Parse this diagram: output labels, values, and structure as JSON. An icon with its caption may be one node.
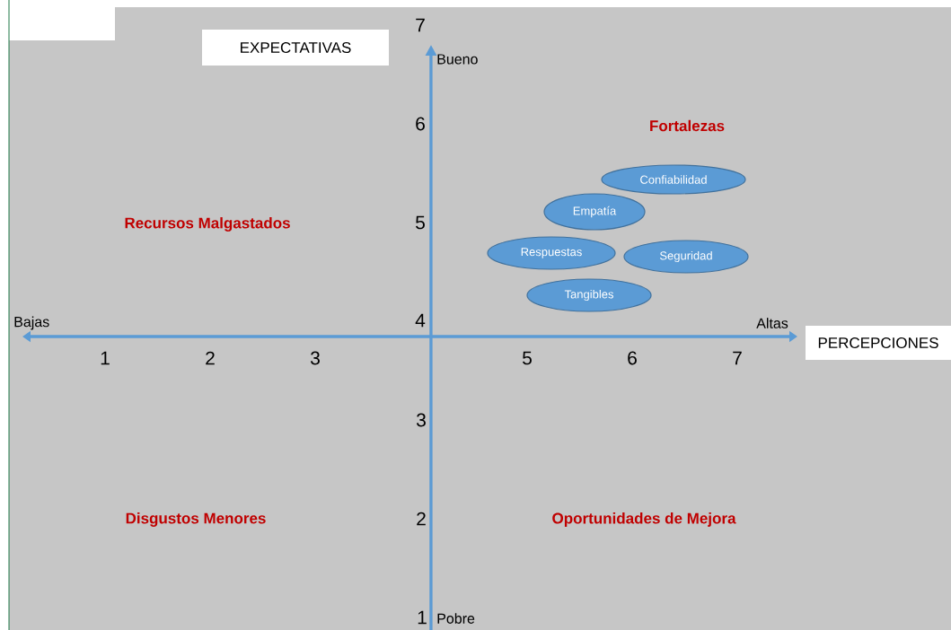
{
  "diagram": {
    "nodes": [
      {
        "text": [
          "EXPECTATIVAS"
        ]
      },
      {
        "text": [
          "PERCEPCIONES"
        ]
      },
      {
        "text": [
          "Confiabilidad"
        ]
      },
      {
        "text": [
          "Empatía"
        ]
      },
      {
        "text": [
          "Respuestas"
        ]
      },
      {
        "text": [
          "Seguridad"
        ]
      },
      {
        "text": [
          "Tangibles"
        ]
      }
    ],
    "labels": [
      "7",
      "Bueno",
      "6",
      "Fortalezas",
      "Recursos Malgastados",
      "5",
      "Bajas",
      "4",
      "Altas",
      "1",
      "2",
      "3",
      "5",
      "6",
      "7",
      "3",
      "Disgustos Menores",
      "2",
      "Oportunidades de Mejora",
      "1",
      "Pobre"
    ]
  }
}
